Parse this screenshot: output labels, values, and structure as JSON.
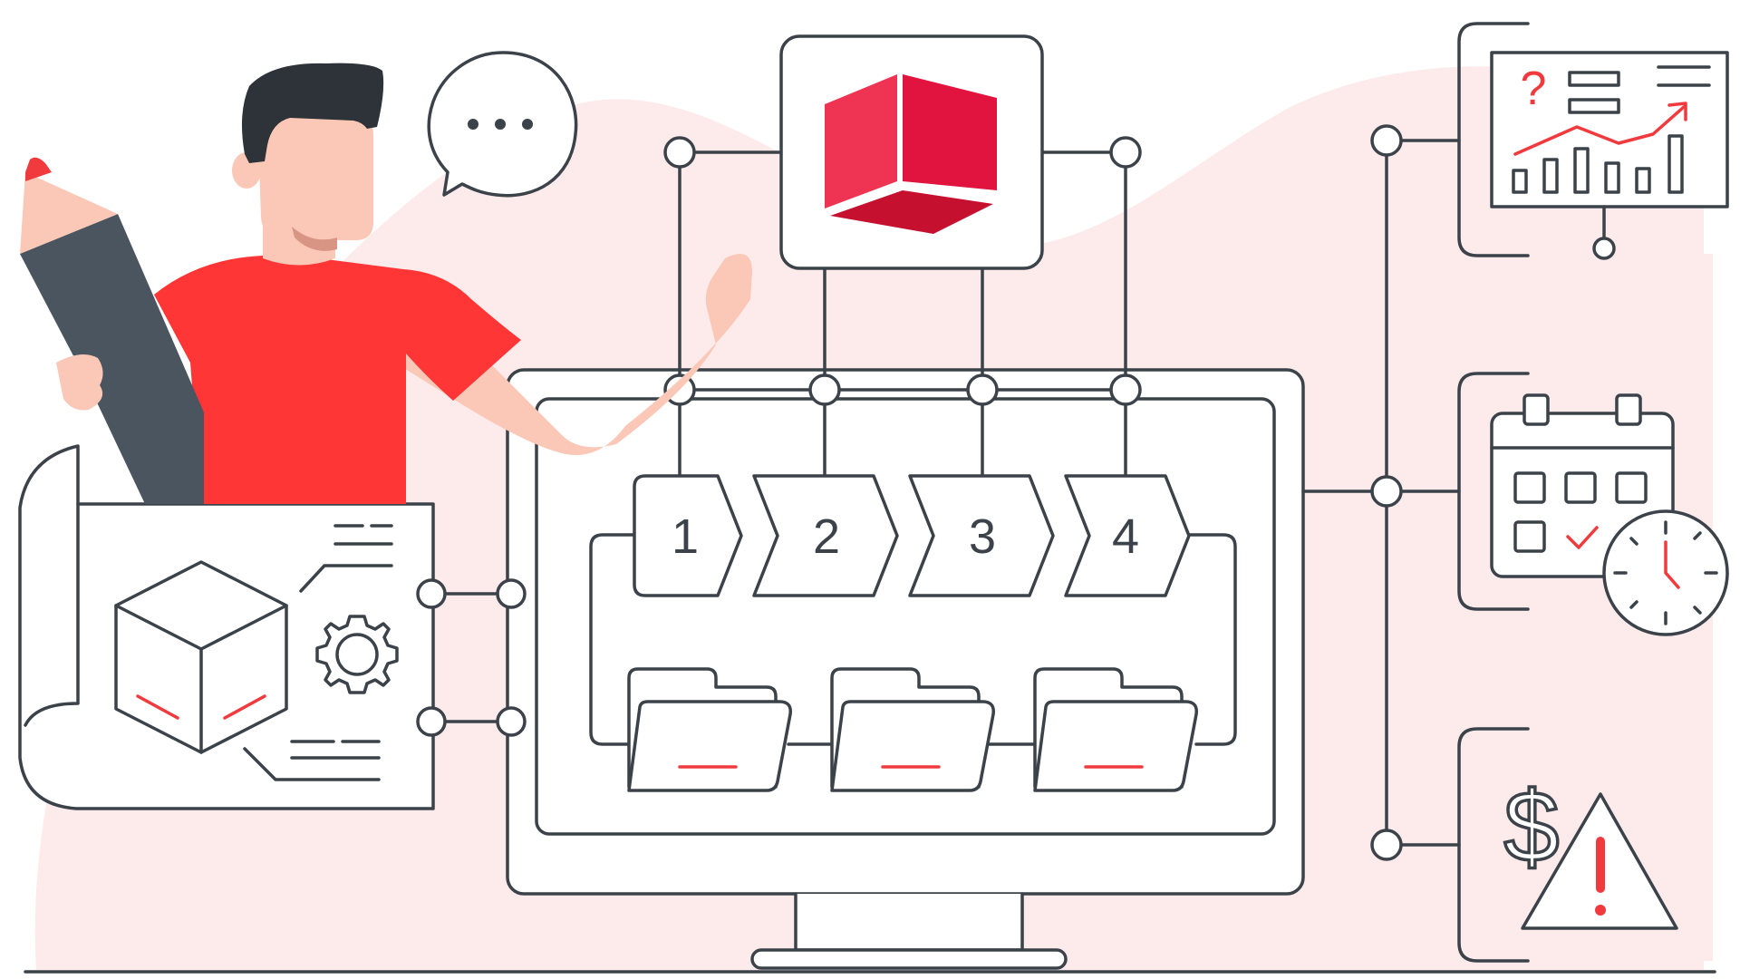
{
  "colors": {
    "accent": "#f03a3e",
    "line": "#3b4249",
    "blob": "#fdeaea",
    "cube": [
      "#ef3453",
      "#e0143f",
      "#c5102f"
    ]
  },
  "steps": [
    {
      "label": "1"
    },
    {
      "label": "2"
    },
    {
      "label": "3"
    },
    {
      "label": "4"
    }
  ],
  "icons": {
    "speech": "speech-bubble-icon",
    "logo": "red-cube-logo",
    "presentation": "presentation-chart-icon",
    "calendar": "calendar-clock-icon",
    "risk": "dollar-warning-icon",
    "blueprint": "blueprint-cube-gear-icon"
  }
}
